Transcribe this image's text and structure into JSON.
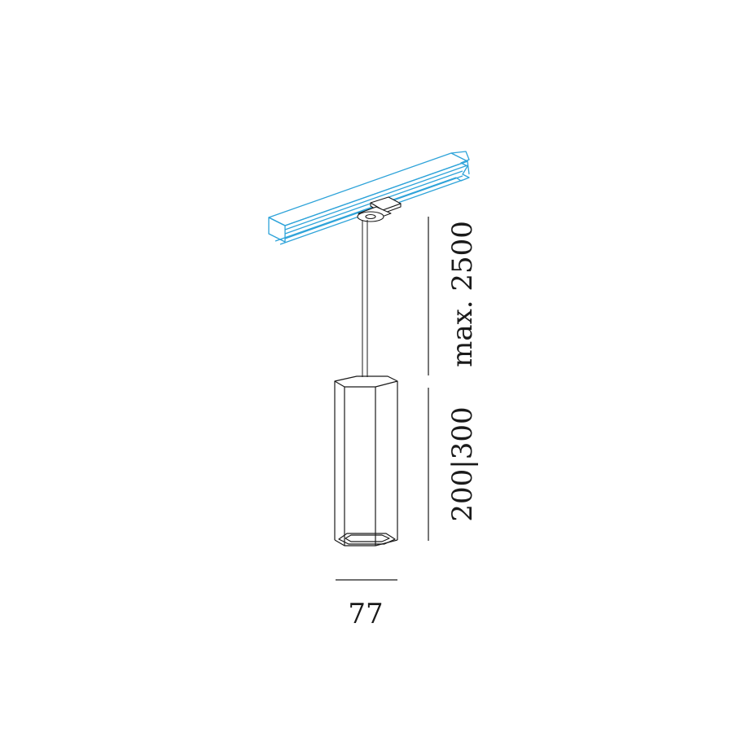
{
  "dimensions": {
    "suspension_length": "max. 2500",
    "body_height": "200|300",
    "body_width": "77"
  },
  "colors": {
    "track": "#2ea3d9",
    "lines": "#1a1a1a",
    "background": "#ffffff"
  }
}
